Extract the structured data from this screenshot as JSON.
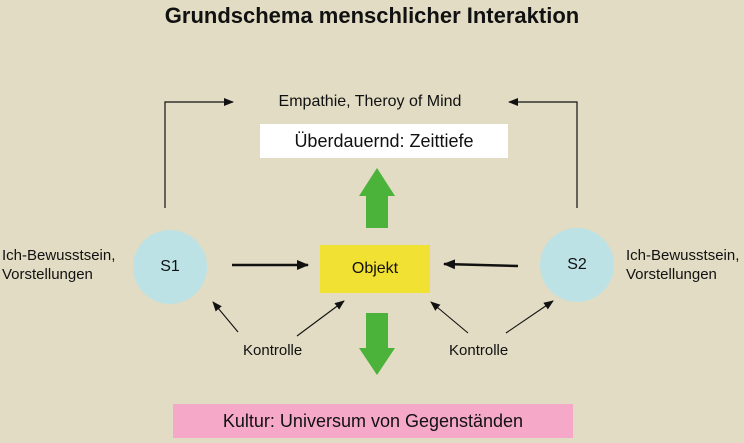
{
  "title": "Grundschema menschlicher Interaktion",
  "empathy": "Empathie, Theroy of Mind",
  "timedepth": "Überdauernd: Zeittiefe",
  "object": "Objekt",
  "subjects": {
    "s1": "S1",
    "s2": "S2"
  },
  "self_awareness_left": [
    "Ich-Bewusstsein,",
    "Vorstellungen"
  ],
  "self_awareness_right": [
    "Ich-Bewusstsein,",
    "Vorstellungen"
  ],
  "control_left": "Kontrolle",
  "control_right": "Kontrolle",
  "culture": "Kultur: Universum von Gegenständen",
  "colors": {
    "background": "#e1dcc3",
    "subject_fill": "#bde2e6",
    "object_fill": "#f1e133",
    "timedepth_fill": "#ffffff",
    "culture_fill": "#f5a8c8",
    "block_arrow": "#4cb33a"
  }
}
